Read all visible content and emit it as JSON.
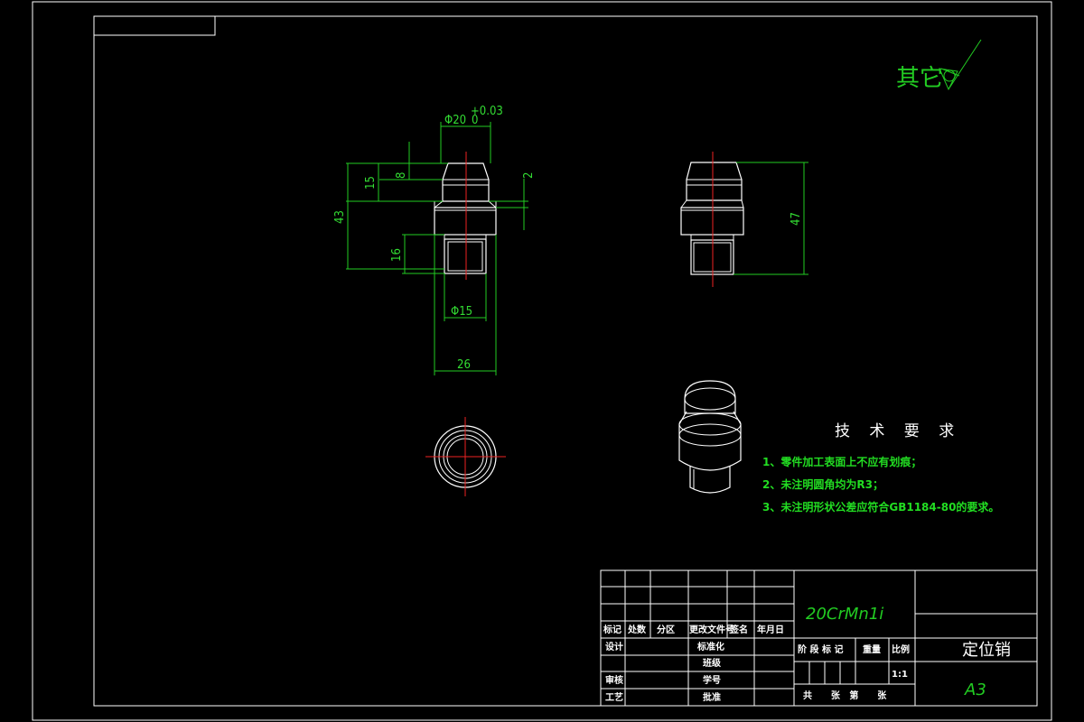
{
  "drawing": {
    "roughness": {
      "label": "其它"
    },
    "dimensions": {
      "top_diameter": "Φ20",
      "top_tolerance_upper": "+0.03",
      "top_tolerance_lower": "0",
      "head_height_8": "8",
      "head_height_15": "15",
      "height_43": "43",
      "gap_2": "2",
      "thread_length_16": "16",
      "thread_diameter": "Φ15",
      "collar_width": "26",
      "side_height_47": "47"
    },
    "technical_requirements": {
      "title": "技 术 要 求",
      "items": [
        "1、零件加工表面上不应有划痕；",
        "2、未注明圆角均为R3；",
        "3、未注明形状公差应符合GB1184-80的要求。"
      ]
    }
  },
  "title_block": {
    "material": "20CrMn1i",
    "part_name": "定位销",
    "sheet_size": "A3",
    "scale_value": "1:1",
    "header_row": [
      "标记",
      "处数",
      "分区",
      "更改文件号",
      "签名",
      "年月日"
    ],
    "labels": {
      "design": "设计",
      "standardize": "标准化",
      "check": "审核",
      "process": "工艺",
      "class": "班级",
      "student_no": "学号",
      "approve": "批准",
      "stage_mark": "阶 段 标 记",
      "weight": "重量",
      "scale": "比例",
      "sheets": "共      张   第      张"
    }
  }
}
